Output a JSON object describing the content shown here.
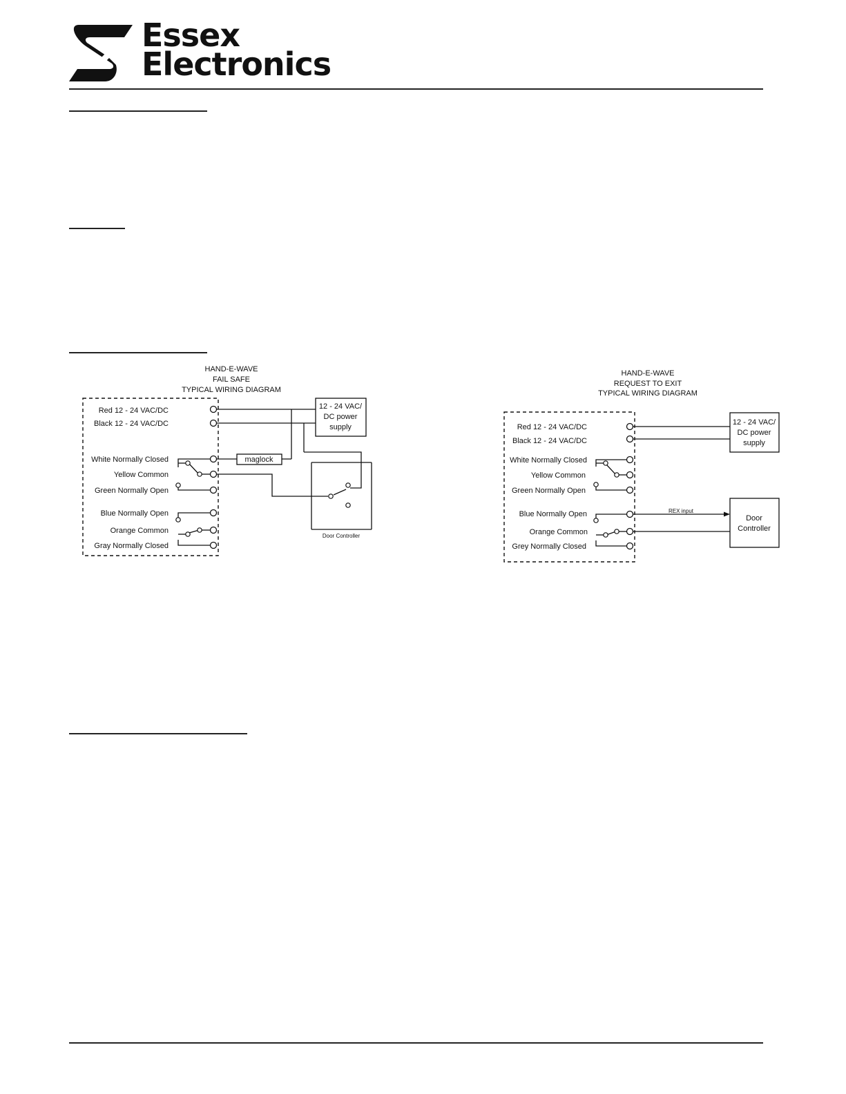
{
  "header": {
    "brand_line1": "Essex",
    "brand_line2": "Electronics"
  },
  "diagram_fail_safe": {
    "title_line1": "HAND-E-WAVE",
    "title_line2": "FAIL SAFE",
    "title_line3": "TYPICAL WIRING DIAGRAM",
    "wires": [
      "Red 12 - 24 VAC/DC",
      "Black 12 - 24 VAC/DC",
      "White Normally Closed",
      "Yellow Common",
      "Green Normally Open",
      "Blue Normally Open",
      "Orange Common",
      "Gray Normally Closed"
    ],
    "power_supply_line1": "12 - 24 VAC/",
    "power_supply_line2": "DC power",
    "power_supply_line3": "supply",
    "maglock_label": "maglock",
    "door_controller_label": "Door Controller"
  },
  "diagram_rex": {
    "title_line1": "HAND-E-WAVE",
    "title_line2": "REQUEST TO EXIT",
    "title_line3": "TYPICAL WIRING DIAGRAM",
    "wires": [
      "Red 12 - 24 VAC/DC",
      "Black 12 - 24 VAC/DC",
      "White Normally Closed",
      "Yellow Common",
      "Green Normally Open",
      "Blue Normally Open",
      "Orange Common",
      "Grey Normally Closed"
    ],
    "power_supply_line1": "12 - 24 VAC/",
    "power_supply_line2": "DC power",
    "power_supply_line3": "supply",
    "rex_input_label": "REX input",
    "door_controller_line1": "Door",
    "door_controller_line2": "Controller"
  }
}
